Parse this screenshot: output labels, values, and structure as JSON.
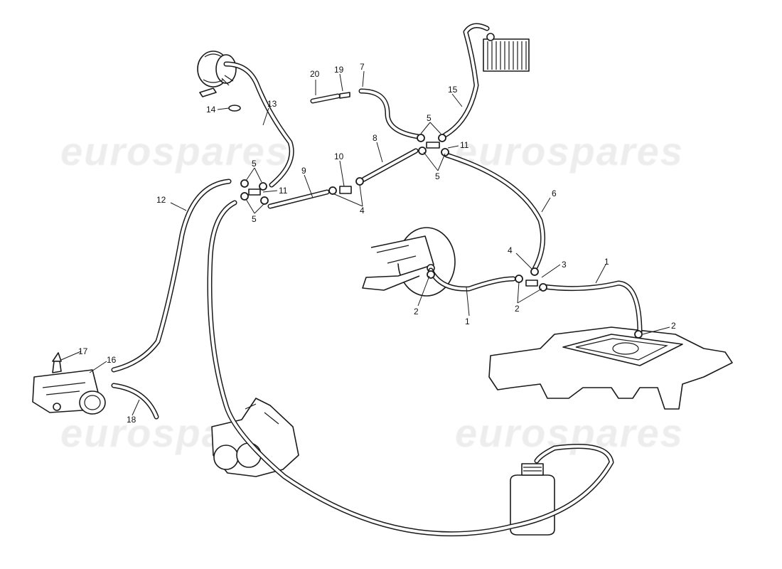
{
  "watermark": {
    "text": "eurospares"
  },
  "callouts": {
    "c1a": "1",
    "c1b": "1",
    "c2a": "2",
    "c2b": "2",
    "c2c": "2",
    "c3": "3",
    "c4a": "4",
    "c4b": "4",
    "c5a": "5",
    "c5b": "5",
    "c5c": "5",
    "c5d": "5",
    "c6": "6",
    "c7": "7",
    "c8": "8",
    "c9": "9",
    "c10": "10",
    "c11a": "11",
    "c11b": "11",
    "c12": "12",
    "c13": "13",
    "c14": "14",
    "c15": "15",
    "c16": "16",
    "c17": "17",
    "c18": "18",
    "c19": "19",
    "c20": "20"
  }
}
